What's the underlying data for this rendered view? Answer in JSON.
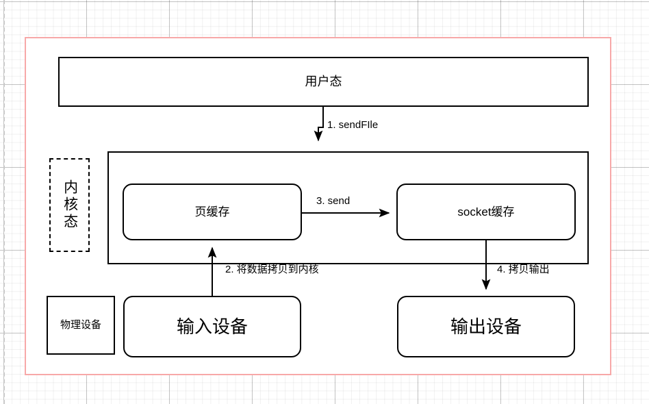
{
  "diagram": {
    "type": "flow-diagram",
    "title_text_present": false,
    "frame_color": "#f7a8a8",
    "stroke_color": "#000000",
    "background": "#ffffff",
    "grid": "graph-paper",
    "nodes": [
      {
        "id": "user-mode",
        "label": "用户态",
        "shape": "rect"
      },
      {
        "id": "kernel-badge",
        "label": "内核态",
        "shape": "dashed-rect"
      },
      {
        "id": "kernel-container",
        "label": "",
        "shape": "rect"
      },
      {
        "id": "page-cache",
        "label": "页缓存",
        "shape": "rounded-rect"
      },
      {
        "id": "socket-cache",
        "label": "socket缓存",
        "shape": "rounded-rect"
      },
      {
        "id": "physical-device",
        "label": "物理设备",
        "shape": "rect"
      },
      {
        "id": "input-device",
        "label": "输入设备",
        "shape": "rounded-rect"
      },
      {
        "id": "output-device",
        "label": "输出设备",
        "shape": "rounded-rect"
      }
    ],
    "edges": [
      {
        "id": "e1",
        "label": "1. sendFIle",
        "from": "user-mode",
        "to": "kernel-container",
        "direction": "down"
      },
      {
        "id": "e2",
        "label": "2. 将数据拷贝到内核",
        "from": "input-device",
        "to": "page-cache",
        "direction": "up"
      },
      {
        "id": "e3",
        "label": "3. send",
        "from": "page-cache",
        "to": "socket-cache",
        "direction": "right"
      },
      {
        "id": "e4",
        "label": "4. 拷贝输出",
        "from": "socket-cache",
        "to": "output-device",
        "direction": "down"
      }
    ]
  }
}
